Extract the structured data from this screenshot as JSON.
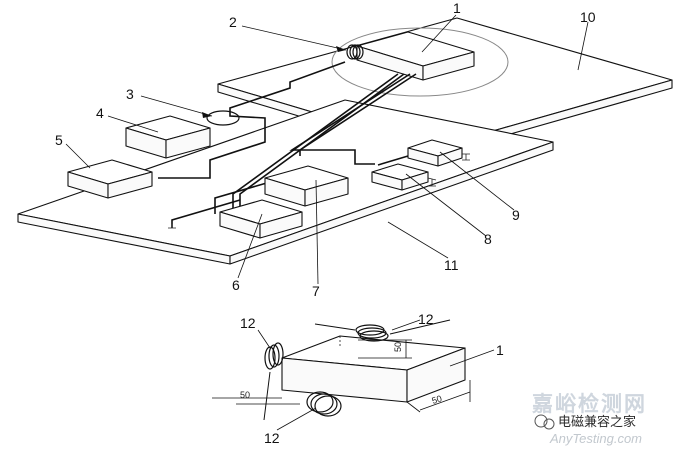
{
  "figure": {
    "labels": {
      "l1": "1",
      "l2": "2",
      "l3": "3",
      "l4": "4",
      "l5": "5",
      "l6": "6",
      "l7": "7",
      "l8": "8",
      "l9": "9",
      "l10": "10",
      "l11": "11",
      "l12a": "12",
      "l12b": "12",
      "l12c": "12",
      "l1b": "1"
    },
    "dimensions": {
      "d_vertical": "50",
      "d_left": "50",
      "d_right": "50"
    }
  },
  "watermark": {
    "line1": "嘉峪检测网",
    "line2": "电磁兼容之家",
    "line3": "AnyTesting.com"
  }
}
